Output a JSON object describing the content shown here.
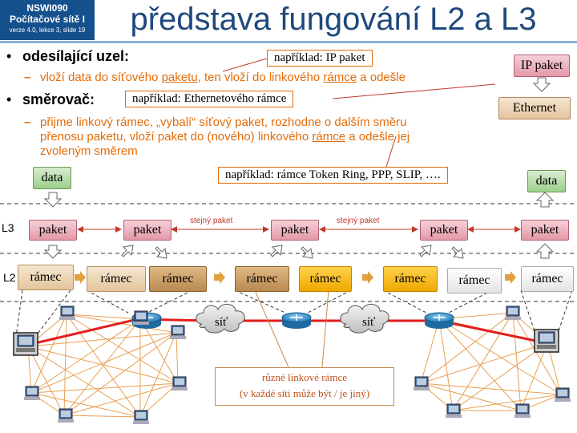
{
  "header": {
    "course_code": "NSWI090",
    "course_name": "Počítačové sítě I",
    "version_info": "verze 4.0, lekce 3, slide 19",
    "title": "představa fungování L2 a L3"
  },
  "bullets": [
    {
      "heading": "odesílající uzel:",
      "sub_parts": [
        "vloží data do síťového ",
        "paketu",
        ",  ten vloží do linkového ",
        "rámce",
        " a odešle"
      ]
    },
    {
      "heading": "směrovač:",
      "sub_line1": "přijme linkový rámec, „vybalí“ síťový paket, rozhodne o dalším směru",
      "sub_line2": "přenosu paketu, vloží paket do (nového) linkového ",
      "sub_line2_u": "rámce",
      "sub_line2_end": " a odešle jej",
      "sub_line3": "zvoleným směrem"
    }
  ],
  "callouts": {
    "ip": "například: IP paket",
    "ethernet": "například: Ethernetového rámce",
    "others": "například: rámce Token Ring, PPP, SLIP, …."
  },
  "legend": {
    "top": "IP paket",
    "bottom": "Ethernet"
  },
  "layers": {
    "l3": "L3",
    "l2": "L2"
  },
  "boxes": {
    "data": "data",
    "packet": "paket",
    "frame": "rámec"
  },
  "same_packet": "stejný paket",
  "cloud": "síť",
  "note": {
    "line1": "různé linkové rámce",
    "line2": "(v každé síti může být / je jiný)"
  },
  "colors": {
    "accent": "#e36c09",
    "title": "#1f497d",
    "badge": "#14508c",
    "link_red": "#e31e1e",
    "mesh": "#e8a050"
  }
}
